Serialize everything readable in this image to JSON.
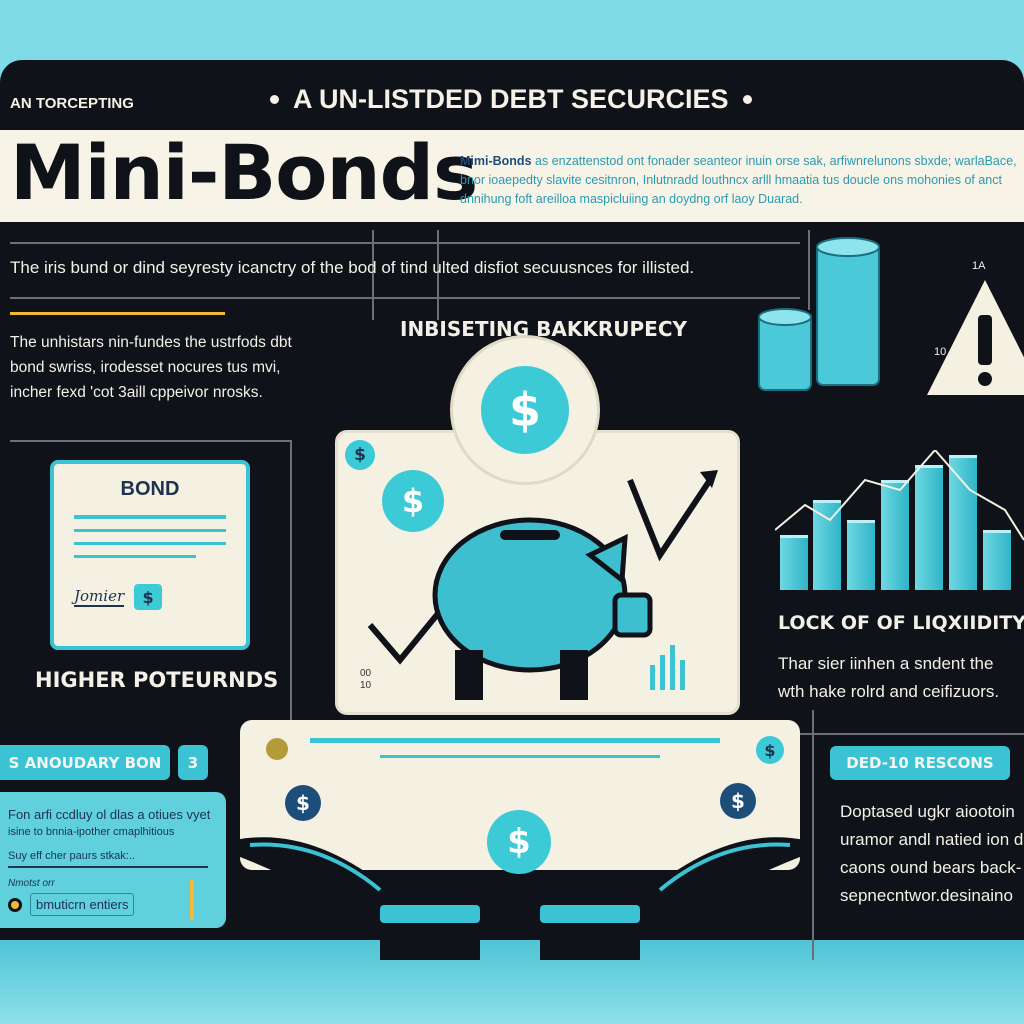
{
  "header": {
    "kicker": "AN TORCEPTING",
    "subtitle": "A UN-LISTDED DEBT SECURCIES",
    "title": "Mini-Bonds",
    "desc_lead": "Mimi-Bonds",
    "desc_rest": "as enzattenstod ont fonader seanteor inuin orse sak, arfiwnrelunons sbxde; warlaBace, bnor ioaepedty slavite cesitnron, Inlutnradd louthncx arlll hmaatia tus doucle ons mohonies of anct dnnihung foft areilloa maspicluiing an doydng orf laoy Duarad."
  },
  "intro_line": "The iris bund or dind seyresty icanctry of the bod of tind ulted disfiot secuusnces for illisted.",
  "left_para": [
    "The unhistars nin-fundes the ustrfods dbt",
    "bond swriss, irodesset nocures tus mvi,",
    "incher fexd 'cot 3aill cppeivor nrosks."
  ],
  "bond_doc": {
    "label": "BOND",
    "signature": "Jomier",
    "icon": "dollar-icon"
  },
  "higher_returns": "HIGHER POTEURNDS",
  "center_heading": "INBISETING BAKKRUPECY",
  "center_card": {
    "small_numbers": [
      "00",
      "10"
    ],
    "icon": "piggy-bank-icon"
  },
  "warning": {
    "label_top": "1A",
    "label_side": "10",
    "icon": "warning-triangle-icon"
  },
  "liquidity": {
    "heading": "LOCK OF OF LIQXIIDITY",
    "lines": [
      "Thar sier iinhen a sndent the",
      "wth hake rolrd and ceifizuors."
    ]
  },
  "reasons": {
    "pill": "DED-10 RESCONS",
    "lines": [
      "Doptased ugkr aiootoin",
      "uramor andl natied ion d",
      "caons ound bears back-",
      "sepnecntwor.desinaino"
    ]
  },
  "secondary": {
    "pill": "S ANOUDARY BON",
    "number": "3",
    "lines": [
      "Fon arfi ccdluy ol dlas a otiues vyet",
      "isine to bnnia-ipother cmaplhitious"
    ],
    "underline_text": "Suy eff cher paurs stkak:..",
    "small_label": "Nmotst orr",
    "radio_label": "bmuticrn entiers"
  },
  "dollar_symbol": "$",
  "colors": {
    "accent": "#3cc3d3",
    "dark": "#0f1218",
    "cream": "#f7f3e6",
    "gold": "#f1b83a"
  }
}
